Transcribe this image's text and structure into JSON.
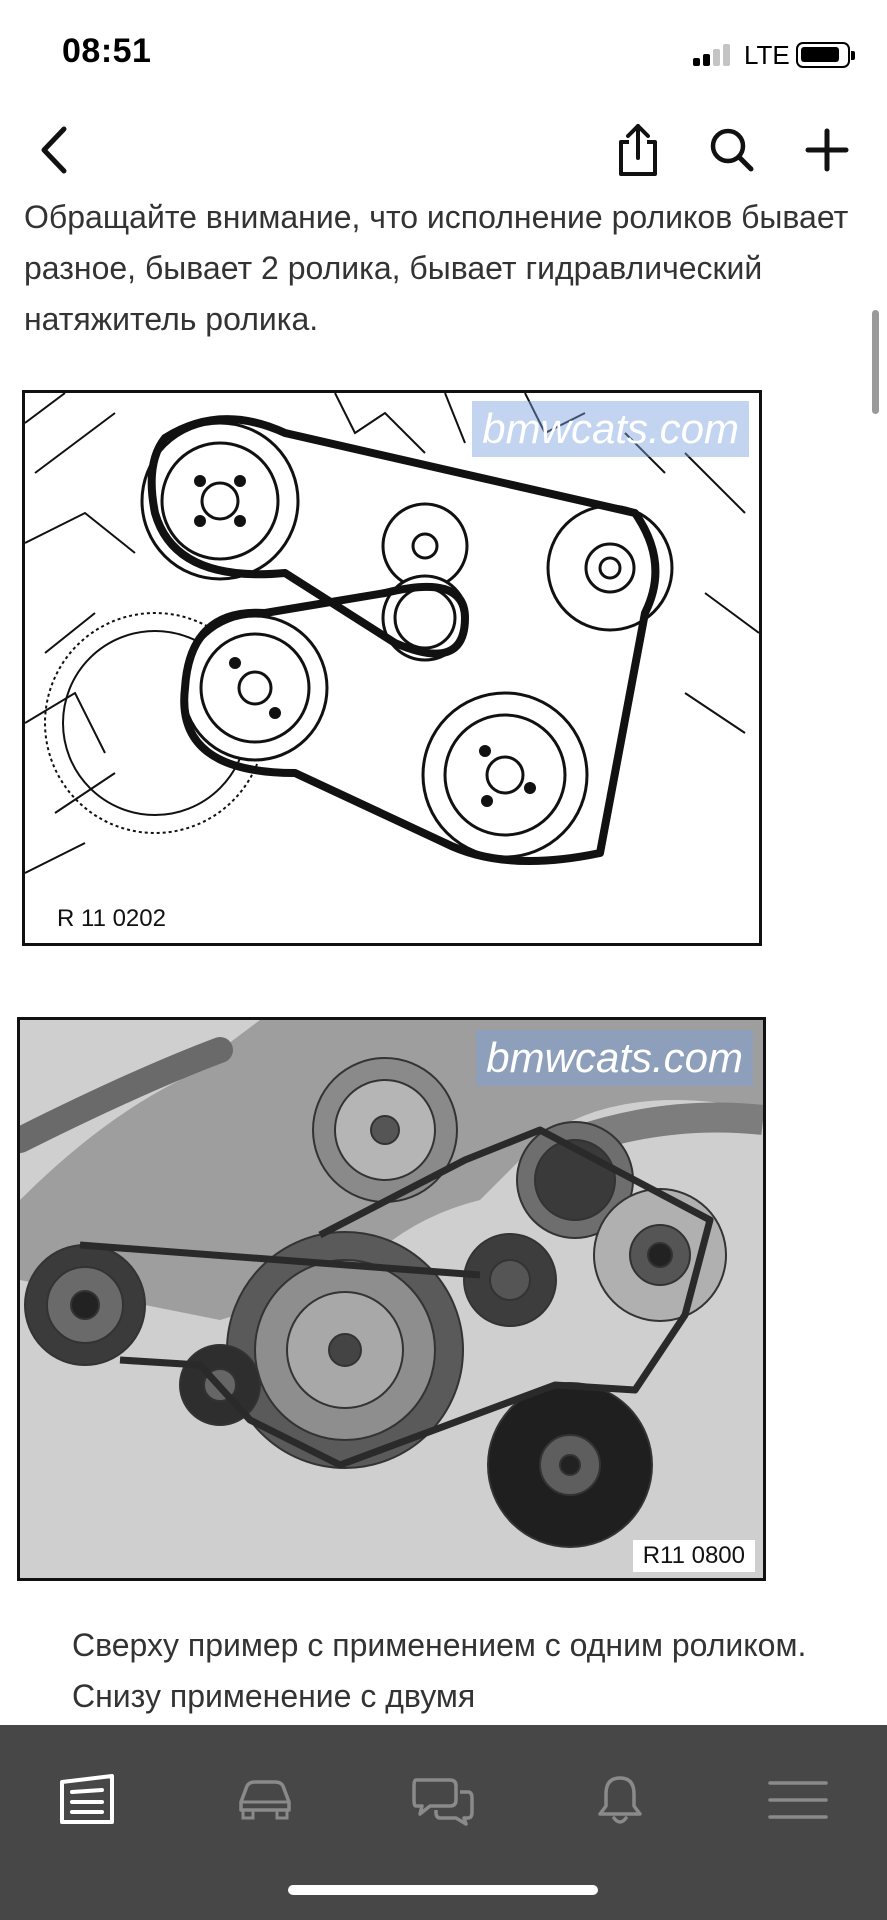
{
  "status_bar": {
    "time": "08:51",
    "network": "LTE"
  },
  "nav": {
    "icons": [
      "back-chevron-icon",
      "share-icon",
      "search-icon",
      "plus-icon"
    ]
  },
  "article": {
    "paragraph_top": "Обращайте внимание, что исполнение роликов бывает разное, бывает 2 ролика, бывает гидравлический натяжитель ролика.",
    "figure_top": {
      "watermark": "bmwcats.com",
      "label": "R 11 0202"
    },
    "figure_bottom": {
      "watermark": "bmwcats.com",
      "label": "R11 0800"
    },
    "paragraph_bottom": "Сверху пример с применением с одним роликом. Снизу применение с двумя"
  },
  "tab_bar": {
    "active_color": "#ffffff",
    "inactive_color": "#8a8a8a",
    "tabs": [
      "feed-icon",
      "car-icon",
      "chat-icon",
      "bell-icon",
      "menu-icon"
    ]
  }
}
